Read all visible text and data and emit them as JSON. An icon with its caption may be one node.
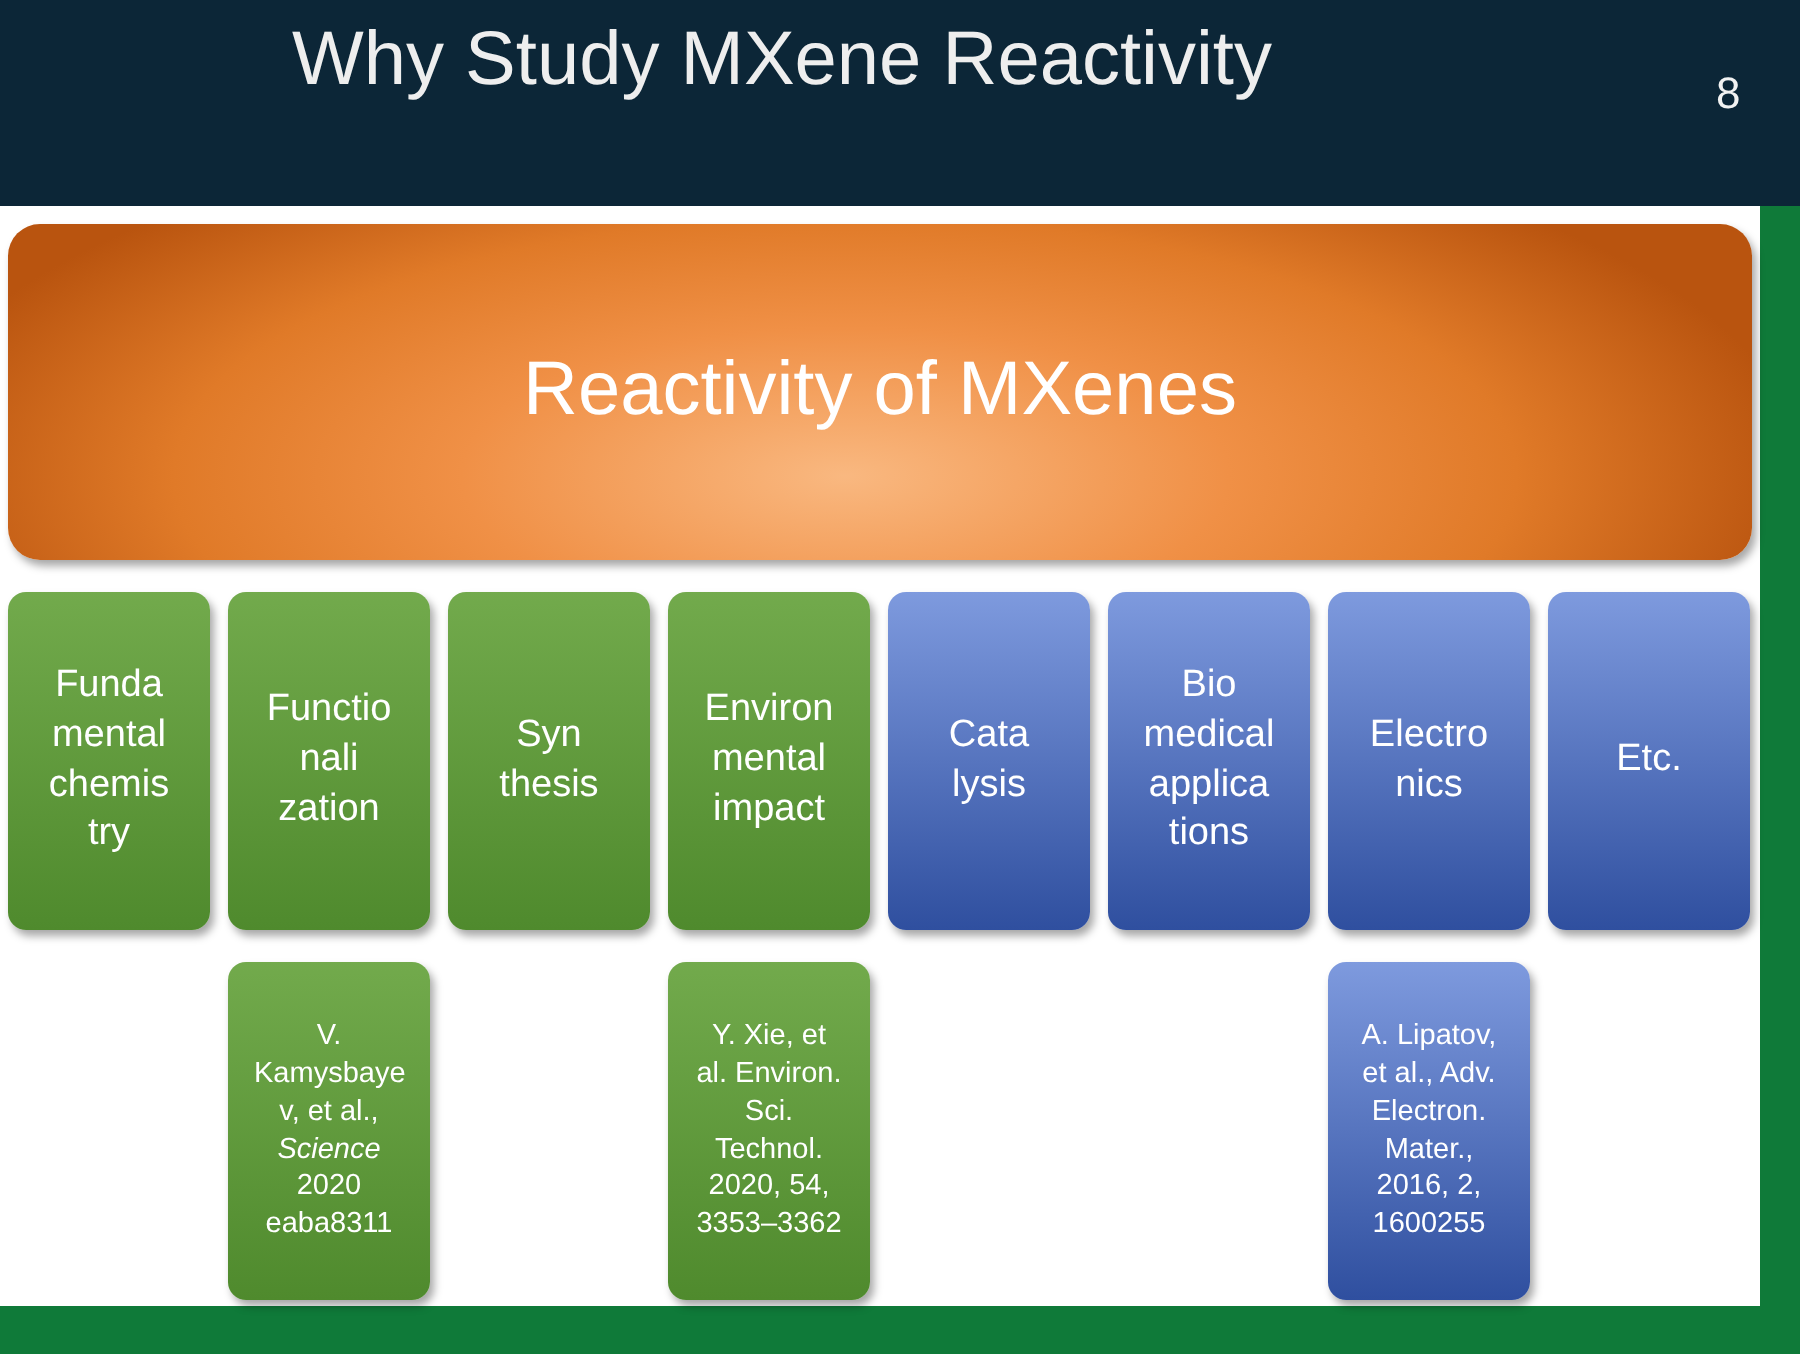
{
  "diagram": {
    "title": "Why Study MXene Reactivity",
    "nodes": [
      {
        "text": [
          "Reactivity of MXenes"
        ]
      },
      {
        "text": [
          "Funda mental chemis try"
        ]
      },
      {
        "text": [
          "Functio nali zation"
        ]
      },
      {
        "text": [
          "Syn thesis"
        ]
      },
      {
        "text": [
          "Environ mental impact"
        ]
      },
      {
        "text": [
          "Cata lysis"
        ]
      },
      {
        "text": [
          "Bio medical applica tions"
        ]
      },
      {
        "text": [
          "Electro nics"
        ]
      },
      {
        "text": [
          "Etc."
        ]
      },
      {
        "text": [
          "V. Kamysbaye v, et al., *Science* 2020 eaba8311"
        ]
      },
      {
        "text": [
          "Y. Xie, et al. Environ. Sci. Technol. 2020, 54, 3353–3362"
        ]
      },
      {
        "text": [
          "A. Lipatov, et al., Adv. Electron. Mater., 2016, 2, 1600255"
        ]
      }
    ],
    "labels": [
      "8"
    ]
  }
}
